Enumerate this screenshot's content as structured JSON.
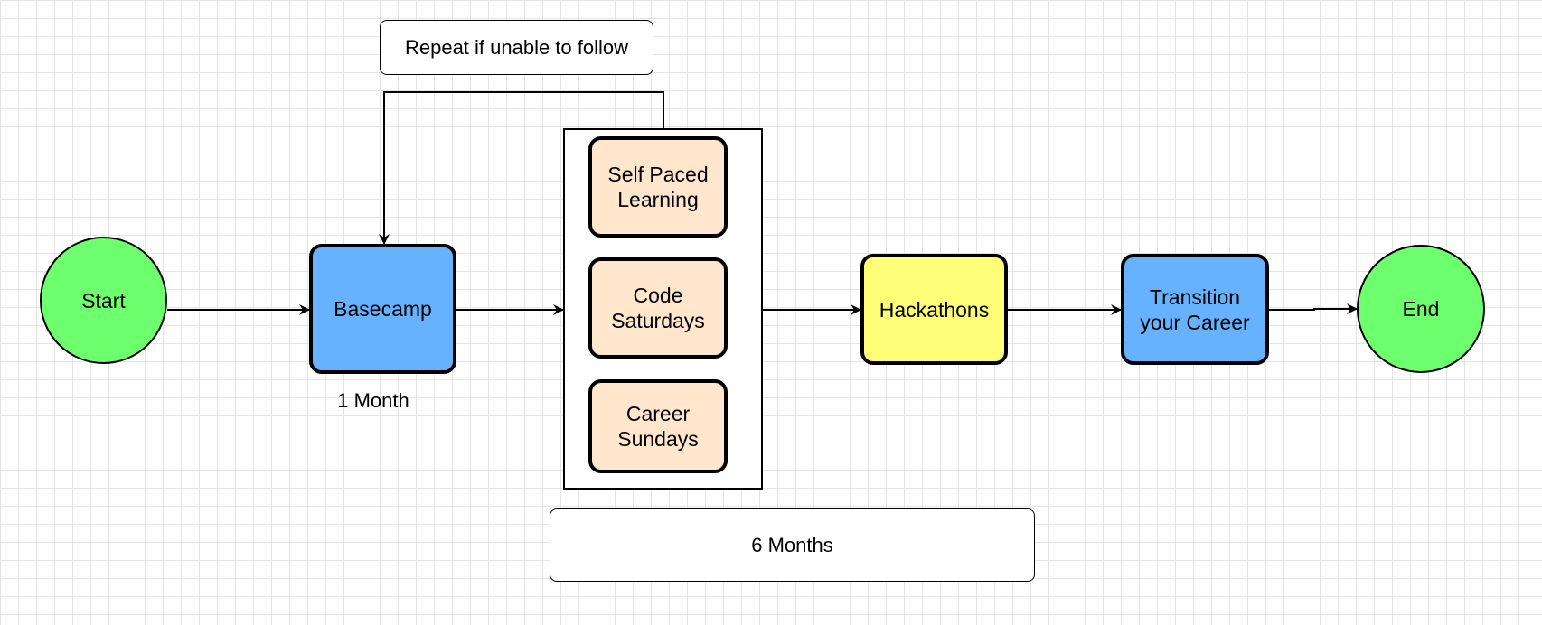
{
  "colors": {
    "green": "#6dff6d",
    "blue": "#66b2ff",
    "peach": "#ffe6cc",
    "yellow": "#ffff77"
  },
  "nodes": {
    "start": "Start",
    "basecamp": "Basecamp",
    "basecamp_duration": "1 Month",
    "repeat_label": "Repeat if unable to follow",
    "self_paced": "Self Paced Learning",
    "code_saturdays": "Code Saturdays",
    "career_sundays": "Career Sundays",
    "six_months": "6 Months",
    "hackathons": "Hackathons",
    "transition": "Transition your Career",
    "end": "End"
  }
}
